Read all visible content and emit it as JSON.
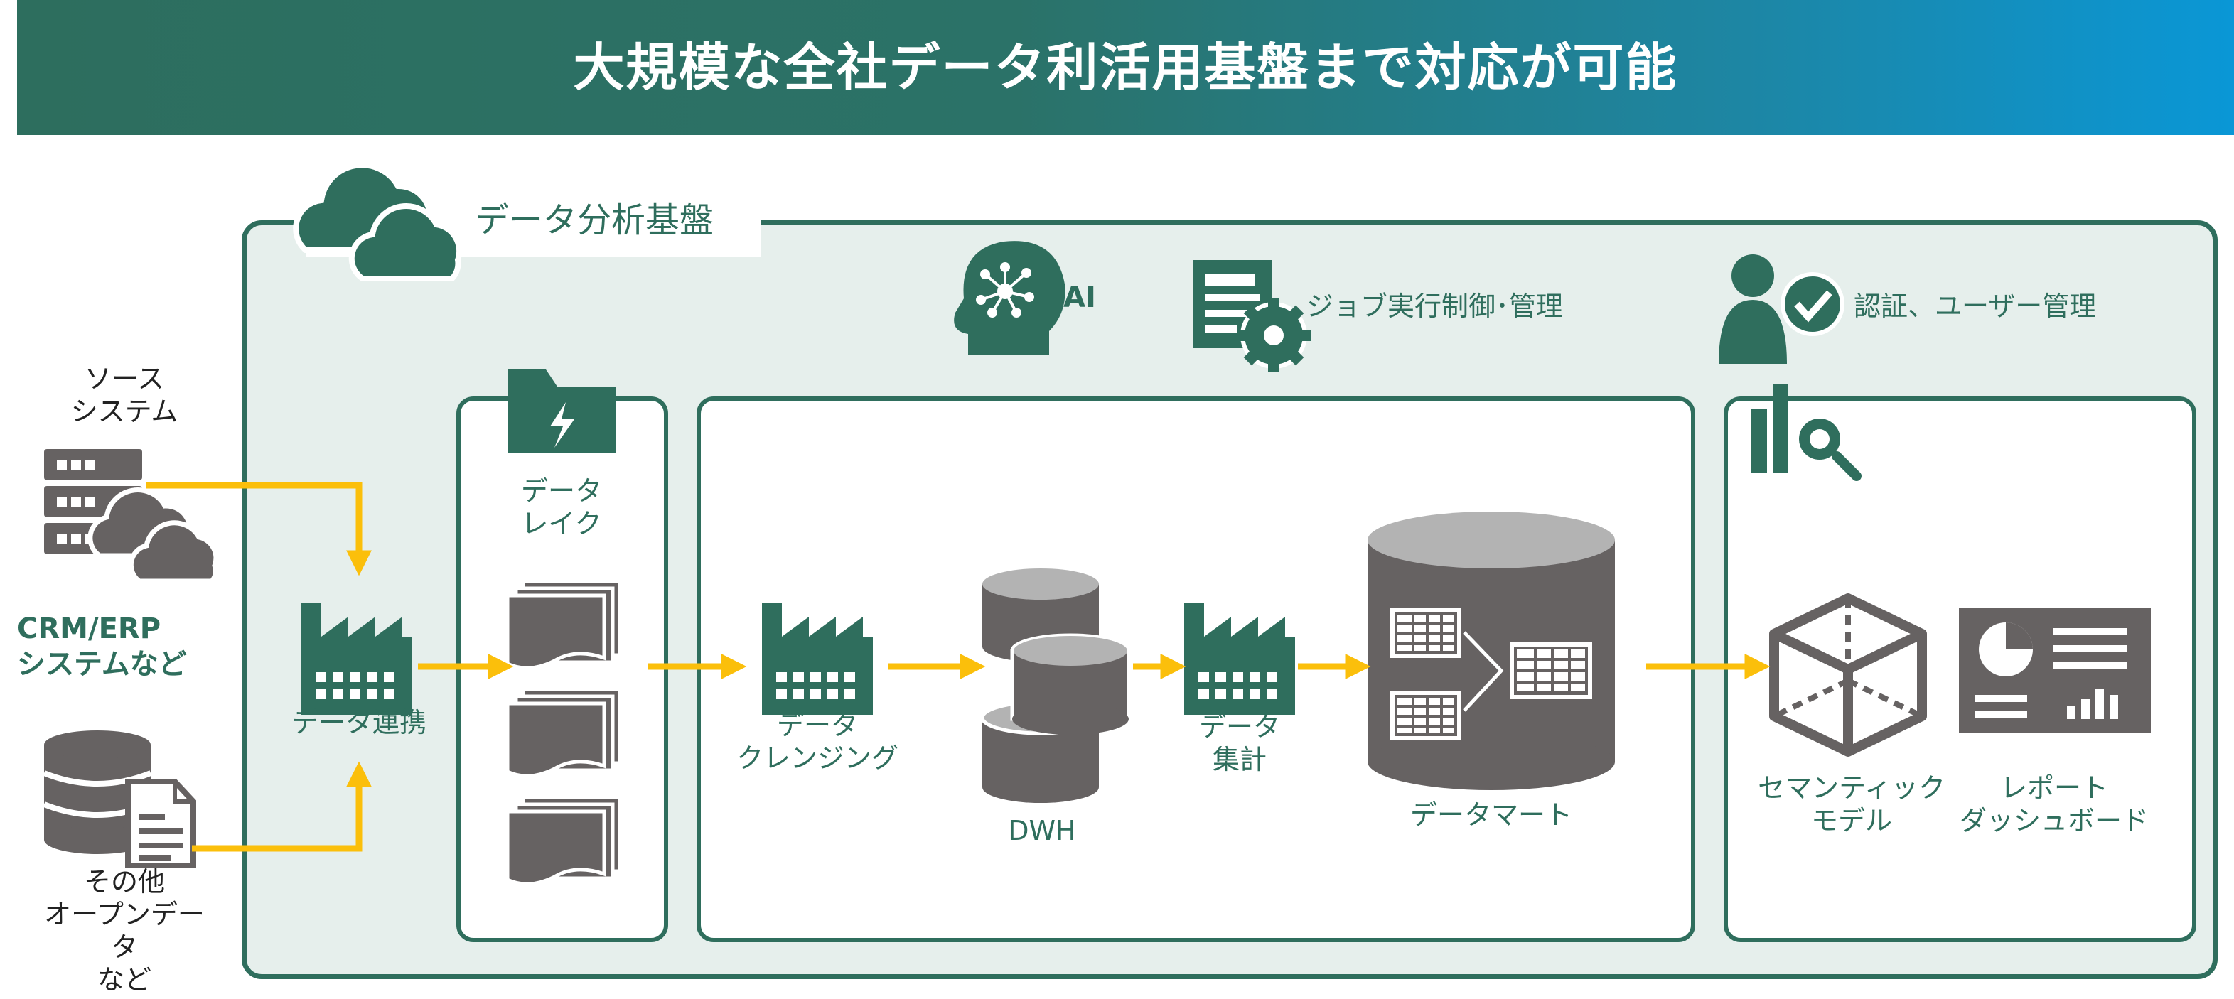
{
  "title": "大規模な全社データ利活用基盤まで対応が可能",
  "platform_label": "データ分析基盤",
  "top_icons": {
    "ai": "AI",
    "job": "ジョブ実行制御･管理",
    "auth": "認証、ユーザー管理"
  },
  "sources": {
    "source_system": "ソース\nシステム",
    "crm": "CRM/ERP\nシステムなど",
    "other": "その他\nオープンデータ\nなど"
  },
  "nodes": {
    "integration": "データ連携",
    "lake": "データ\nレイク",
    "cleansing": "データ\nクレンジング",
    "dwh": "DWH",
    "aggregation": "データ\n集計",
    "mart": "データマート",
    "semantic": "セマンティック\nモデル",
    "report": "レポート\nダッシュボード"
  },
  "colors": {
    "green": "#2f6e5d",
    "gray": "#666262",
    "light_gray": "#b3b3b3",
    "arrow": "#fbbf0b",
    "panel_bg": "#e6efec"
  }
}
